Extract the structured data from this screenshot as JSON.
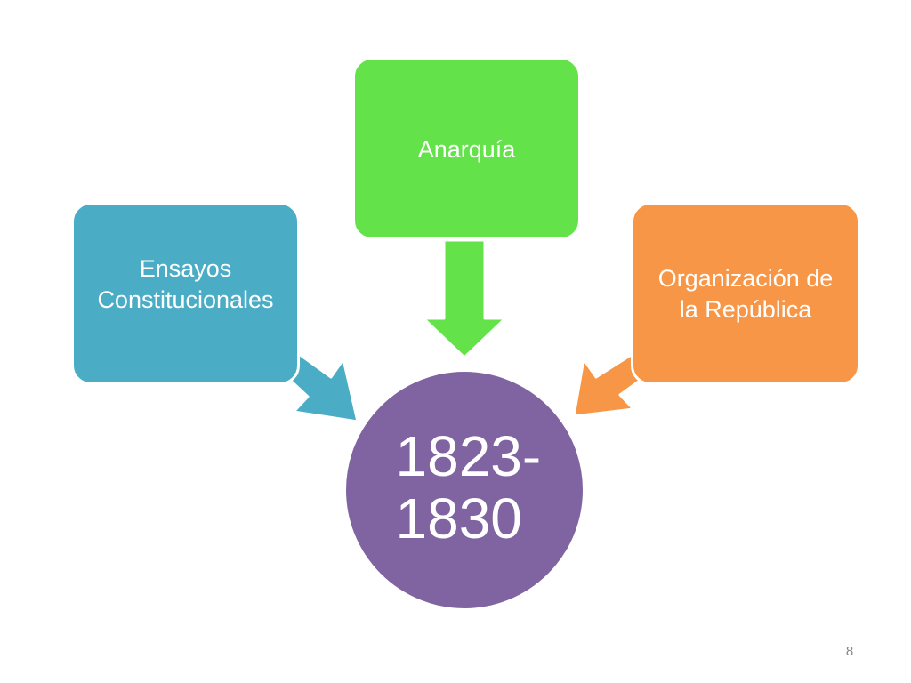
{
  "slide": {
    "nodes": {
      "left": {
        "line1": "Ensayos",
        "line2": "Constitucionales",
        "color": "#4bacc6"
      },
      "top": {
        "label": "Anarquía",
        "color": "#63e24a"
      },
      "right": {
        "line1": "Organización de",
        "line2": "la República",
        "color": "#f79646"
      },
      "center": {
        "line1": "1823-",
        "line2": "1830",
        "color": "#8064a2"
      }
    },
    "page_number": "8"
  }
}
